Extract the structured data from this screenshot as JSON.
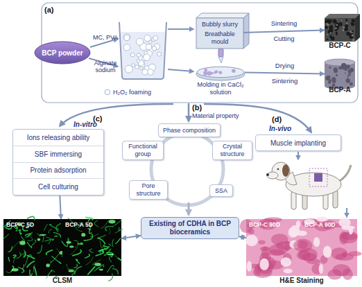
{
  "diagram": {
    "nodes": [
      {
        "text": [
          "BCP powder"
        ]
      },
      {
        "text": [
          "Bubbly slurry",
          "Breathable mould"
        ]
      },
      {
        "text": [
          "BCP-C"
        ]
      },
      {
        "text": [
          "Molding in CaCl₂ solution"
        ]
      },
      {
        "text": [
          "BCP-A"
        ]
      },
      {
        "text": [
          "Phase composition"
        ]
      },
      {
        "text": [
          "Functional group"
        ]
      },
      {
        "text": [
          "Crystal structure"
        ]
      },
      {
        "text": [
          "Pore structure"
        ]
      },
      {
        "text": [
          "SSA"
        ]
      },
      {
        "text": [
          "Existing of CDHA in BCP bioceramics"
        ]
      },
      {
        "text": [
          "Ions releasing ability",
          "SBF immersing",
          "Protein adsorption",
          "Cell culturing"
        ]
      },
      {
        "text": [
          "CLSM"
        ]
      },
      {
        "text": [
          "BCP-C 5D"
        ],
        "in": 12
      },
      {
        "text": [
          "BCP-A 5D"
        ],
        "in": 12
      },
      {
        "text": [
          "Muscle implanting"
        ]
      },
      {
        "text": [
          "H&E Staining"
        ]
      },
      {
        "text": [
          "BCP-C 90D"
        ],
        "in": 16
      },
      {
        "text": [
          "BCP-A 90D"
        ],
        "in": 16
      }
    ],
    "edges": [
      {
        "from": 1,
        "to": 2,
        "arrow": "to",
        "label": "Sintering Cutting"
      },
      {
        "from": 3,
        "to": 4,
        "arrow": "to",
        "label": "Drying Sintering"
      },
      {
        "from": 11,
        "to": 12,
        "arrow": "to"
      },
      {
        "from": 10,
        "to": 12,
        "arrow": "both"
      },
      {
        "from": 10,
        "to": 16,
        "arrow": "both"
      }
    ],
    "labels": [
      "(a)",
      "MC, PVA",
      "Alginate sodium",
      "(b)",
      "Material property",
      "(c)",
      "In-vitro",
      "(d)",
      "In-vivo"
    ],
    "legend": [
      {
        "text": "H₂O₂ foaming"
      }
    ]
  }
}
